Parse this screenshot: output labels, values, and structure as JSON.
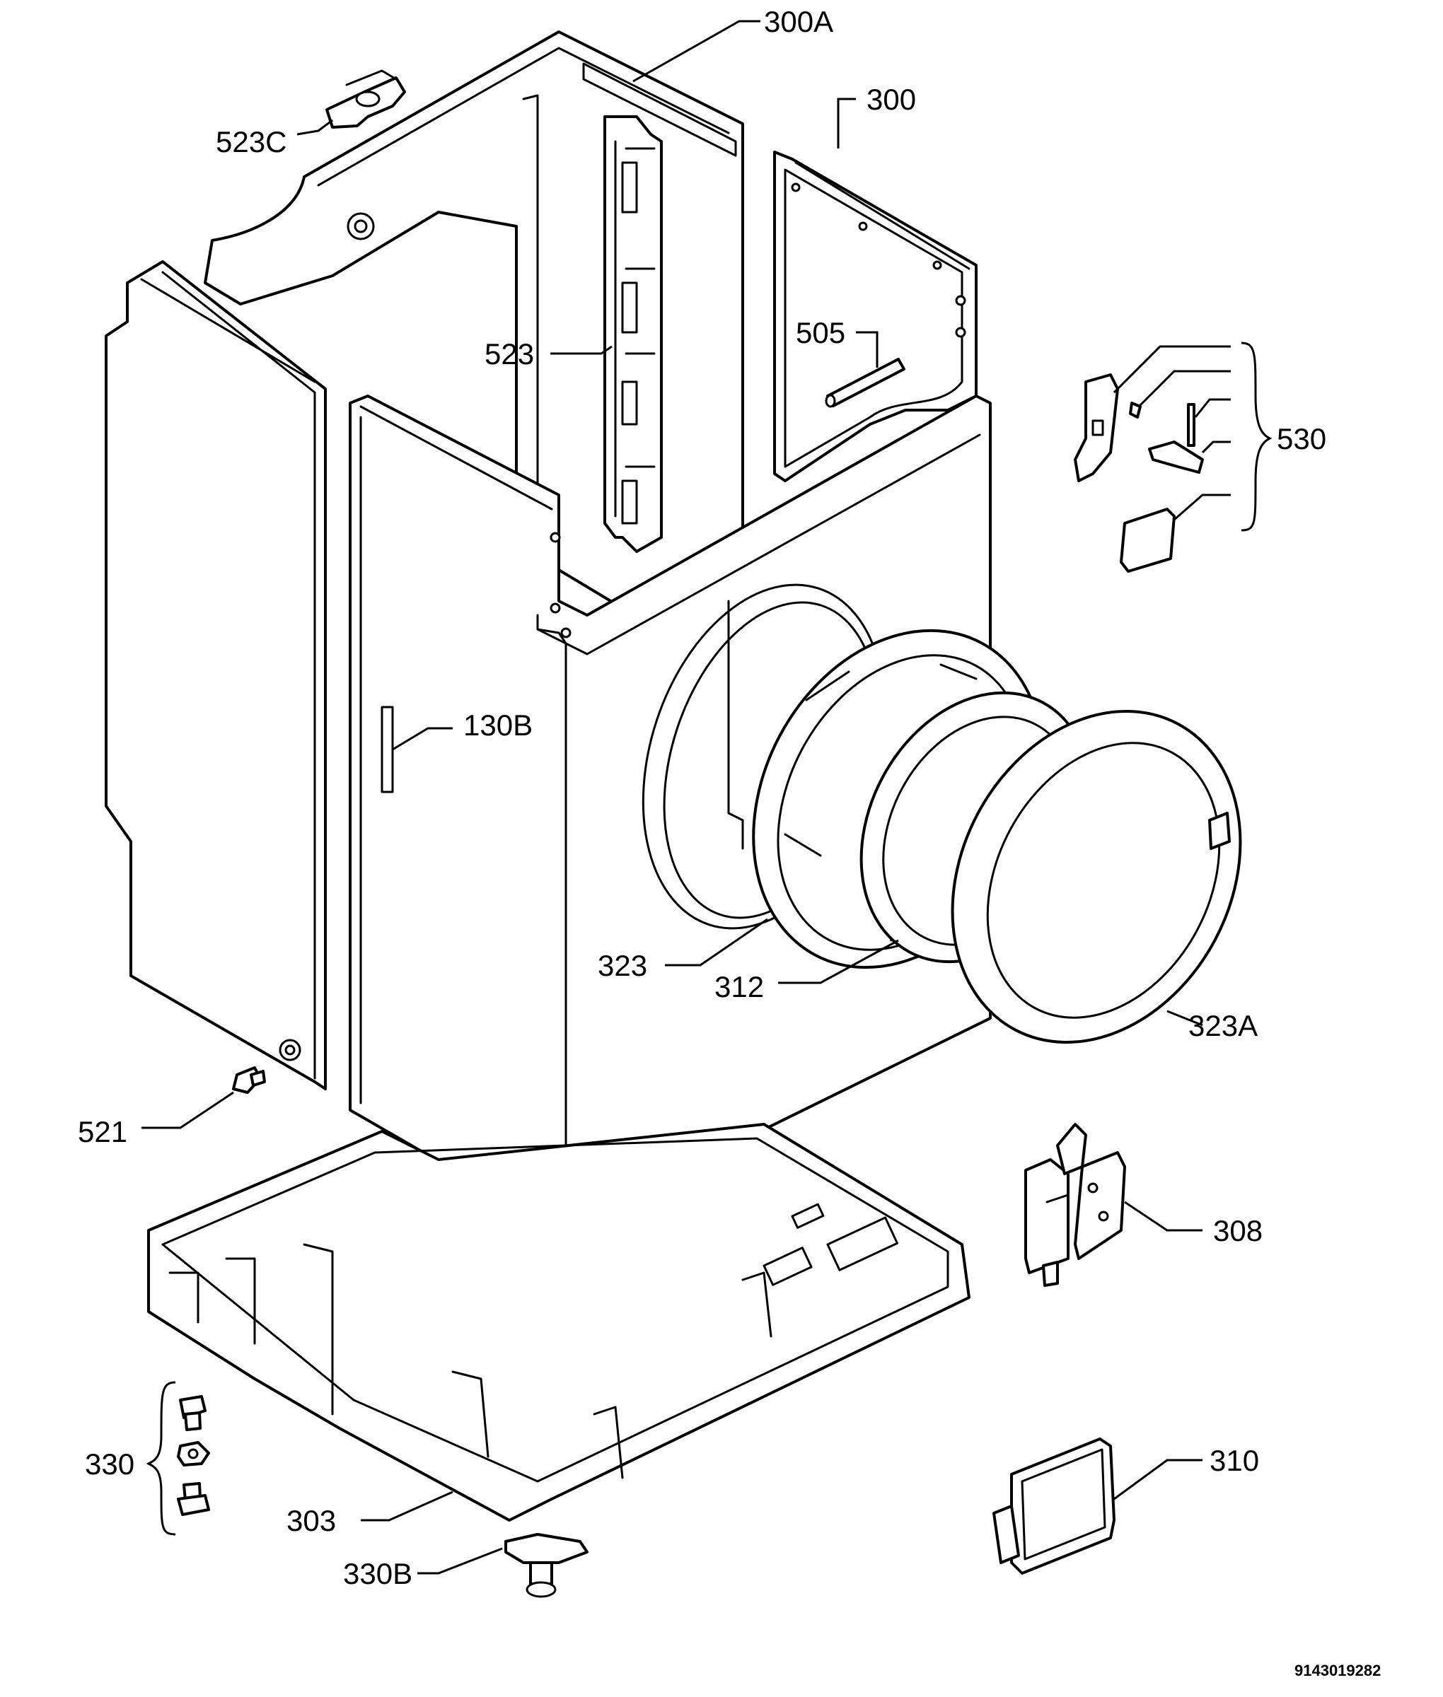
{
  "document_number": "9143019282",
  "labels": {
    "p300A": "300A",
    "p300": "300",
    "p523C": "523C",
    "p523": "523",
    "p505": "505",
    "p530": "530",
    "p130B": "130B",
    "p323": "323",
    "p312": "312",
    "p323A": "323A",
    "p521": "521",
    "p308": "308",
    "p330": "330",
    "p303": "303",
    "p330B": "330B",
    "p310": "310"
  }
}
